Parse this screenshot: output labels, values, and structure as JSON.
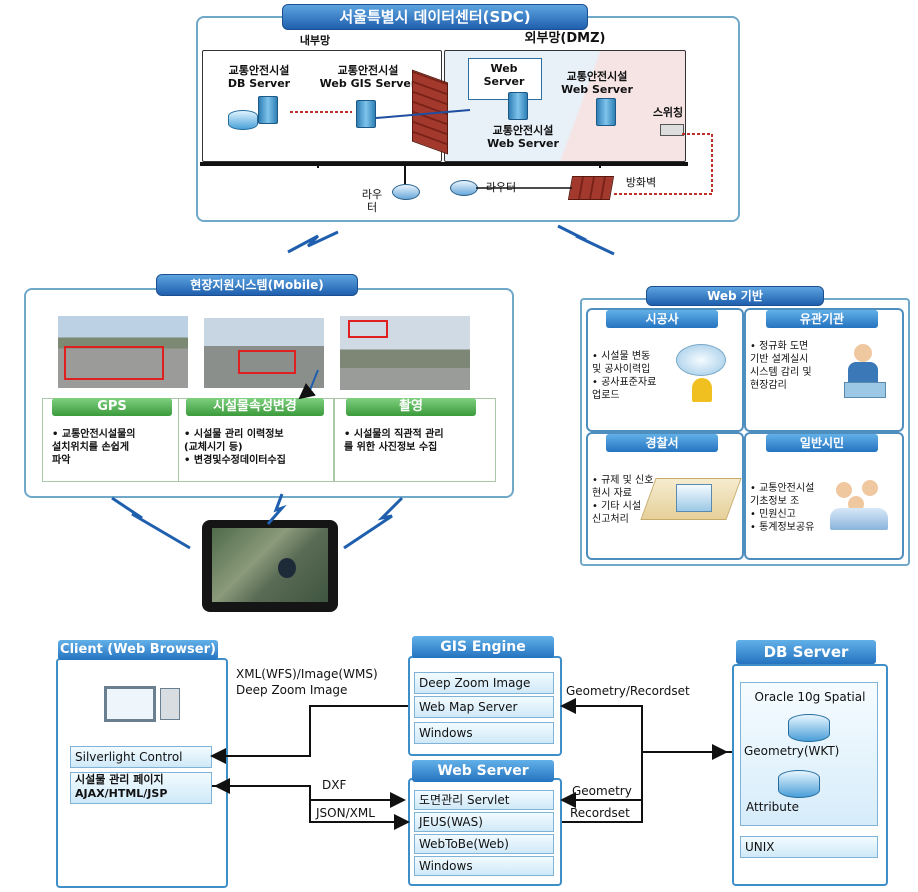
{
  "sdc": {
    "title": "서울특별시 데이터센터(SDC)",
    "internal": "내부망",
    "external": "외부망(DMZ)",
    "db_server": "교통안전시설\nDB Server",
    "gis_server": "교통안전시설\nWeb GIS Server",
    "web_server_box": "Web\nServer",
    "web_server_right": "교통안전시설\nWeb Server",
    "web_server_bottom": "교통안전시설\nWeb Server",
    "switch": "스위칭",
    "router1": "라우\n터",
    "router2": "라우터",
    "firewall": "방화벽"
  },
  "mobile": {
    "title": "현장지원시스템(Mobile)",
    "cards": [
      {
        "head": "GPS",
        "text": "• 교통안전시설물의\n설치위치를 손쉽게\n파악"
      },
      {
        "head": "시설물속성변경",
        "text": "• 시설물 관리 이력정보\n(교체시기 등)\n• 변경및수정데이터수집"
      },
      {
        "head": "촬영",
        "text": "• 시설물의 직관적 관리\n를 위한 사진정보 수집"
      }
    ]
  },
  "web": {
    "title": "Web 기반",
    "panels": [
      {
        "head": "시공사",
        "text": "• 시설물 변동\n및 공사이력입\n• 공사표준자료\n업로드"
      },
      {
        "head": "유관기관",
        "text": "• 정규화 도면\n기반 설계실시\n시스템 감리 및\n현장감리"
      },
      {
        "head": "경찰서",
        "text": "• 규제 및 신호\n현시 자료\n• 기타 시설\n신고처리"
      },
      {
        "head": "일반시민",
        "text": "• 교통안전시설\n기초정보 조\n• 민원신고\n• 통계정보공유"
      }
    ]
  },
  "arch": {
    "client_title": "Client (Web Browser)",
    "silverlight": "Silverlight Control",
    "page": "시설물 관리 페이지\nAJAX/HTML/JSP",
    "gis_title": "GIS Engine",
    "gis_rows": [
      "Deep Zoom Image",
      "Web Map Server",
      "Windows"
    ],
    "web_title": "Web Server",
    "web_rows": [
      "도면관리 Servlet",
      "JEUS(WAS)",
      "WebToBe(Web)",
      "Windows"
    ],
    "db_title": "DB Server",
    "oracle": "Oracle 10g Spatial",
    "geometry": "Geometry(WKT)",
    "attribute": "Attribute",
    "unix": "UNIX",
    "lbl_xml": "XML(WFS)/Image(WMS)\nDeep Zoom Image",
    "lbl_geo_rec": "Geometry/Recordset",
    "lbl_dxf": "DXF",
    "lbl_json": "JSON/XML",
    "lbl_geometry": "Geometry",
    "lbl_recordset": "Recordset"
  }
}
